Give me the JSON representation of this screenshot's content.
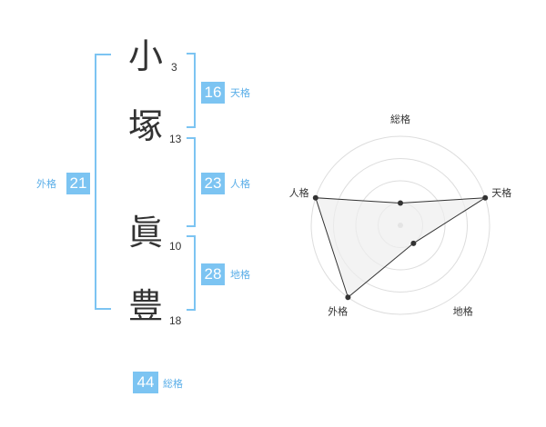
{
  "name": {
    "chars": [
      {
        "char": "小",
        "strokes": "3"
      },
      {
        "char": "塚",
        "strokes": "13"
      },
      {
        "char": "眞",
        "strokes": "10"
      },
      {
        "char": "豊",
        "strokes": "18"
      }
    ]
  },
  "kaku": {
    "tenkaku": {
      "value": "16",
      "label": "天格"
    },
    "jinkaku": {
      "value": "23",
      "label": "人格"
    },
    "chikaku": {
      "value": "28",
      "label": "地格"
    },
    "gaikaku": {
      "value": "21",
      "label": "外格"
    },
    "soukaku": {
      "value": "44",
      "label": "総格"
    }
  },
  "colors": {
    "accent": "#7cc4f2",
    "accent_text": "#5aaee8",
    "text": "#333333",
    "grid": "#dddddd",
    "fill": "#eeeeee"
  },
  "chart_data": {
    "type": "radar",
    "axes": [
      "総格",
      "天格",
      "地格",
      "外格",
      "人格"
    ],
    "values": [
      1,
      4,
      1,
      4,
      4
    ],
    "range": [
      0,
      4
    ],
    "rings": 4
  }
}
